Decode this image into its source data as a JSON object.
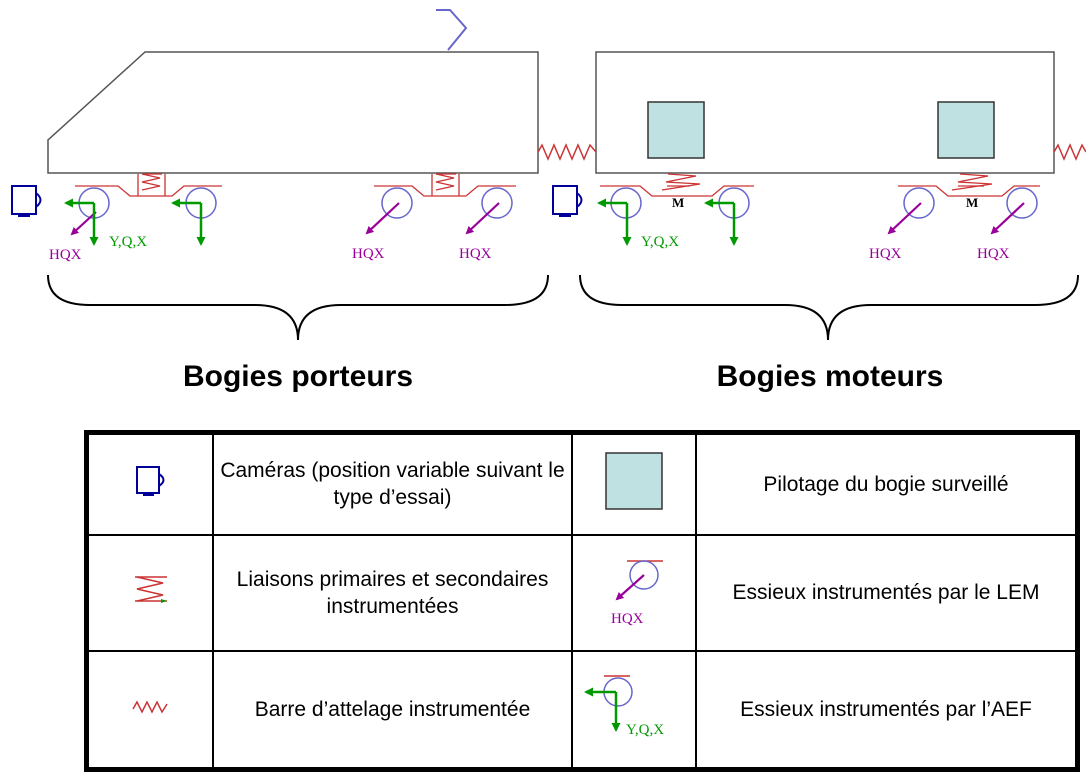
{
  "labels": {
    "hqx": "HQX",
    "yqx": "Y,Q,X",
    "motor": "M"
  },
  "groups": {
    "left": "Bogies porteurs",
    "right": "Bogies moteurs"
  },
  "legend": {
    "rows": [
      {
        "left_icon": "camera-icon",
        "left_text": "Caméras (position variable suivant le type d’essai)",
        "right_icon": "pilot-box-icon",
        "right_text": "Pilotage du bogie surveillé"
      },
      {
        "left_icon": "spring-icon",
        "left_text": "Liaisons primaires et secondaires instrumentées",
        "right_icon": "axle-hqx-icon",
        "right_icon_label": "HQX",
        "right_text": "Essieux instrumentés par le LEM"
      },
      {
        "left_icon": "zigzag-icon",
        "left_text": "Barre d’attelage instrumentée",
        "right_icon": "axle-yqx-icon",
        "right_icon_label": "Y,Q,X",
        "right_text": "Essieux instrumentés par l’AEF"
      }
    ]
  },
  "colors": {
    "camera": "#000099",
    "spring": "#cc3333",
    "hqx": "#990099",
    "yqx": "#009900",
    "axle": "#6666cc",
    "pilot_box": "#bfe1e1"
  }
}
